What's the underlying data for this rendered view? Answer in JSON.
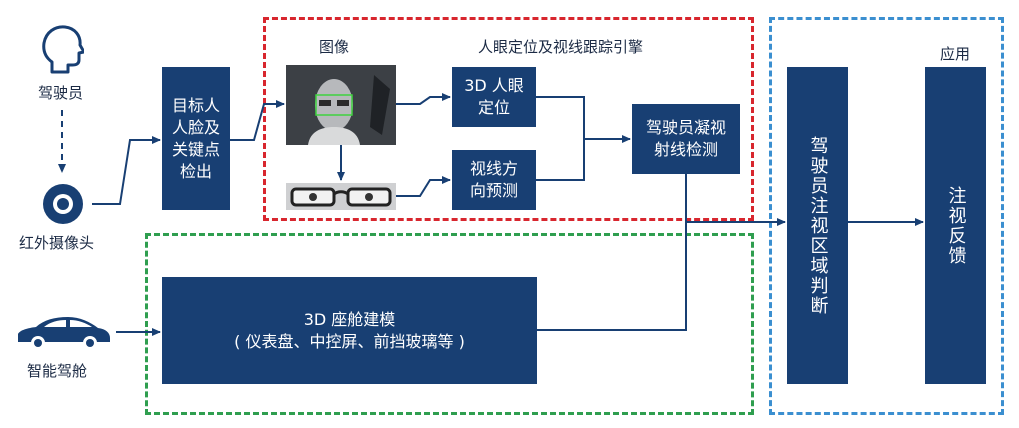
{
  "labels": {
    "driver": "驾驶员",
    "camera": "红外摄像头",
    "cabin": "智能驾舱",
    "image": "图像",
    "engine": "人眼定位及视线跟踪引擎",
    "application": "应用"
  },
  "boxes": {
    "face_detect": "目标人\n人脸及\n关键点\n检出",
    "eye_locate": "3D 人眼\n定位",
    "gaze_predict": "视线方\n向预测",
    "ray_detect": "驾驶员凝视\n射线检测",
    "cabin_model_line1": "3D 座舱建模",
    "cabin_model_line2": "( 仪表盘、中控屏、前挡玻璃等 )",
    "region_judge": "驾驶员注视区域判断",
    "feedback": "注视反馈"
  },
  "icons": [
    "driver-head-icon",
    "infrared-camera-icon",
    "car-icon"
  ],
  "colors": {
    "box_fill": "#183f73",
    "engine_frame": "#d8262e",
    "cabin_frame": "#2f9e4f",
    "application_frame": "#3b8fd0",
    "connector": "#183f73"
  }
}
